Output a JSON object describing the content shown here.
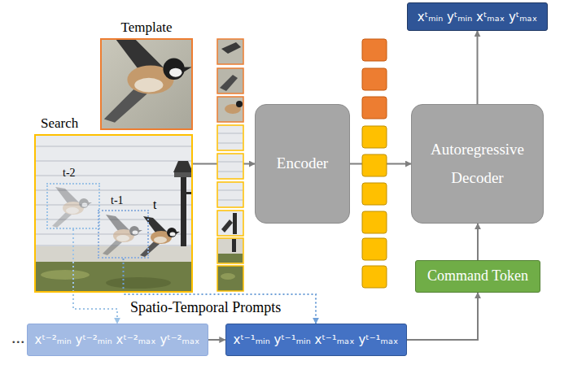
{
  "diagram": {
    "nodes": [
      {
        "text": [
          "Template"
        ]
      },
      {
        "text": [
          "Search"
        ]
      },
      {
        "text": [
          "t-2"
        ],
        "in": 1
      },
      {
        "text": [
          "t-1"
        ],
        "in": 1
      },
      {
        "text": [
          "Encoder"
        ]
      },
      {
        "text": [
          "Autoregressive Decoder"
        ]
      },
      {
        "text": [
          "xᵗₘᵢₙ yᵗₘᵢₙ xᵗₘₐₓ yᵗₘₐₓ"
        ]
      },
      {
        "text": [
          "Command Token"
        ]
      },
      {
        "text": [
          "xᵗ⁻²ₘᵢₙ yᵗ⁻²ₘᵢₙ xᵗ⁻²ₘₐₓ yᵗ⁻²ₘₐₓ"
        ]
      },
      {
        "text": [
          "xᵗ⁻¹ₘᵢₙ yᵗ⁻¹ₘᵢₙ xᵗ⁻¹ₘₐₓ yᵗ⁻¹ₘₐₓ"
        ]
      }
    ],
    "edges": [
      {
        "from": 1,
        "to": 4,
        "arrow": "to"
      },
      {
        "from": 4,
        "to": 5,
        "arrow": "to"
      },
      {
        "from": 5,
        "to": 6,
        "arrow": "to"
      },
      {
        "from": 7,
        "to": 5,
        "arrow": "to"
      },
      {
        "from": 8,
        "to": 9,
        "arrow": "to"
      },
      {
        "from": 9,
        "to": 7,
        "arrow": "to"
      },
      {
        "from": 2,
        "to": 8,
        "arrow": "to"
      },
      {
        "from": 3,
        "to": 9,
        "arrow": "to"
      }
    ],
    "labels": [
      "t",
      "Spatio-Temporal Prompts",
      "..."
    ]
  }
}
